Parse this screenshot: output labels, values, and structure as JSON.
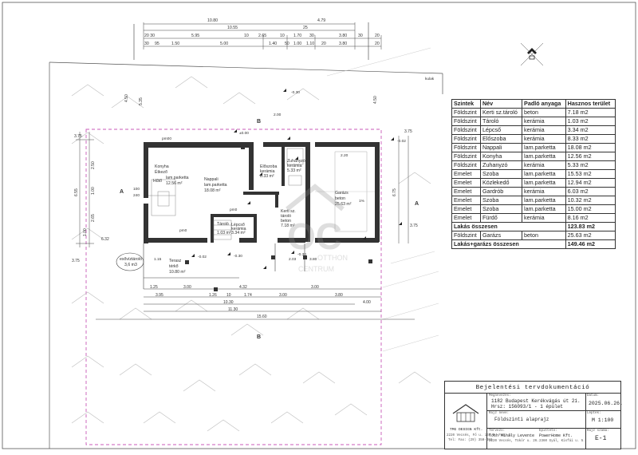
{
  "dims": {
    "top_row1": [
      "10.80",
      "4.79"
    ],
    "top_row2": [
      "10.55",
      "25"
    ],
    "top_row3": [
      "20 30",
      "5.95",
      "10",
      "2.65",
      "10",
      "1.70",
      "30",
      "3.80",
      "30",
      "20"
    ],
    "top_row4": [
      "30",
      "95",
      "1.50",
      "5.00",
      "1.40",
      "50",
      "1.00",
      "1.10",
      "20",
      "3.80",
      "20"
    ],
    "left_side": [
      "4.50",
      "5.35",
      "3.75",
      "2.50",
      "1.00",
      "6.55",
      "2.65",
      "1.00",
      "6.32",
      "3.75"
    ],
    "right_side": [
      "4.50",
      "3.75",
      "6.75",
      "3.75"
    ],
    "bottom_row1": [
      "1.25",
      "3.00",
      "4.32",
      "3.00"
    ],
    "bottom_row2": [
      "3.95",
      "1.26",
      "10",
      "1.74",
      "3.00",
      "3.80"
    ],
    "bottom_row3": [
      "10.30",
      "4.00"
    ],
    "bottom_row4": [
      "11.30"
    ],
    "bottom_row5": [
      "15.60"
    ],
    "misc": [
      "2.00",
      "1.10",
      "1.55",
      "2.03",
      "3.80",
      "2.20",
      "1.15",
      "100",
      "240",
      "1%",
      "-0.30",
      "-0.02",
      "±0.00",
      "-0.30",
      "-0.22",
      "-0.30",
      "-0.02",
      "pm00",
      "pm0",
      "pm0",
      "kulak",
      "B",
      "B",
      "A",
      "A"
    ]
  },
  "rooms": [
    {
      "name": "Konyha",
      "sub": "Étkező",
      "material": "lam.parketta",
      "area": "12.56 m²"
    },
    {
      "name": "Hűtő",
      "sub": "",
      "material": "",
      "area": ""
    },
    {
      "name": "Nappali",
      "sub": "",
      "material": "lam.parketta",
      "area": "18.08 m²"
    },
    {
      "name": "Előszoba",
      "sub": "",
      "material": "kerámia",
      "area": "8.33 m²"
    },
    {
      "name": "Zuhanyzó",
      "sub": "",
      "material": "kerámia",
      "area": "5.33 m²"
    },
    {
      "name": "Garázs",
      "sub": "",
      "material": "beton",
      "area": "25.63 m²"
    },
    {
      "name": "Kerti sz.",
      "sub": "tároló",
      "material": "beton",
      "area": "7.18 m²"
    },
    {
      "name": "Lépcső",
      "sub": "",
      "material": "kerámia",
      "area": "3.34 m²"
    },
    {
      "name": "Tároló",
      "sub": "",
      "material": "",
      "area": "1.03 m²"
    },
    {
      "name": "Terasz",
      "sub": "",
      "material": "térkő",
      "area": "10.80 m²"
    },
    {
      "name": "esővíztároló",
      "sub": "",
      "material": "",
      "area": "3,6 m3"
    }
  ],
  "table": {
    "headers": [
      "Szintek",
      "Név",
      "Padló anyaga",
      "Hasznos terület"
    ],
    "rows": [
      [
        "Földszint",
        "Kerti sz.tároló",
        "beton",
        "7.18 m2"
      ],
      [
        "Földszint",
        "Tároló",
        "kerámia",
        "1.03 m2"
      ],
      [
        "Földszint",
        "Lépcső",
        "kerámia",
        "3.34 m2"
      ],
      [
        "Földszint",
        "Előszoba",
        "kerámia",
        "8.33 m2"
      ],
      [
        "Földszint",
        "Nappali",
        "lam.parketta",
        "18.08 m2"
      ],
      [
        "Földszint",
        "Konyha",
        "lam.parketta",
        "12.56 m2"
      ],
      [
        "Földszint",
        "Zuhanyzó",
        "kerámia",
        "5.33 m2"
      ],
      [
        "Emelet",
        "Szoba",
        "lam.parketta",
        "15.53 m2"
      ],
      [
        "Emelet",
        "Közlekedő",
        "lam.parketta",
        "12.94 m2"
      ],
      [
        "Emelet",
        "Gardrób",
        "kerámia",
        "6.03 m2"
      ],
      [
        "Emelet",
        "Szoba",
        "lam.parketta",
        "10.32 m2"
      ],
      [
        "Emelet",
        "Szoba",
        "lam.parketta",
        "15.00 m2"
      ],
      [
        "Emelet",
        "Fürdő",
        "kerámia",
        "8.16 m2"
      ]
    ],
    "sum_label": "Lakás összesen",
    "sum_value": "123.83 m2",
    "garage_row": [
      "Földszint",
      "Garázs",
      "beton",
      "25.63 m2"
    ],
    "total_label": "Lakás+garázs összesen",
    "total_value": "149.46 m2"
  },
  "title_block": {
    "title": "Bejelentési tervdokumentáció",
    "location_label": "Megnevezés:",
    "address": "1182 Budapest Kerékvágás út 21.",
    "hrsz": "Hrsz: 156093/1 - 1 épület",
    "plan_label": "Rajz neve:",
    "plan_name": "Földszinti alaprajz",
    "date_label": "Dátum:",
    "date": "2025.06.26.",
    "scale_label": "Lépték:",
    "scale": "M 1:100",
    "sheet_label": "Rajz száma:",
    "sheet_no": "E-1",
    "firm": "TMG DESIGN Kft.",
    "firm_addr": "2220 Vecsés, Fő u. 169 B. Fsz. 1.",
    "firm_tel": "Tel: Fax: (29) 350-403",
    "designer_label": "Tervező:",
    "designer": "Tóth Mihály Levente",
    "designer_addr": "2220 Vecsés, Tükör u. 26.",
    "builder_label": "Építtető:",
    "builder": "PowerHome Kft.",
    "builder_addr": "2360 Gyál, Kisfái u. 5."
  },
  "watermark": {
    "letters": "OC",
    "top_word": "OTTHON",
    "bottom_word": "CENTRUM"
  }
}
